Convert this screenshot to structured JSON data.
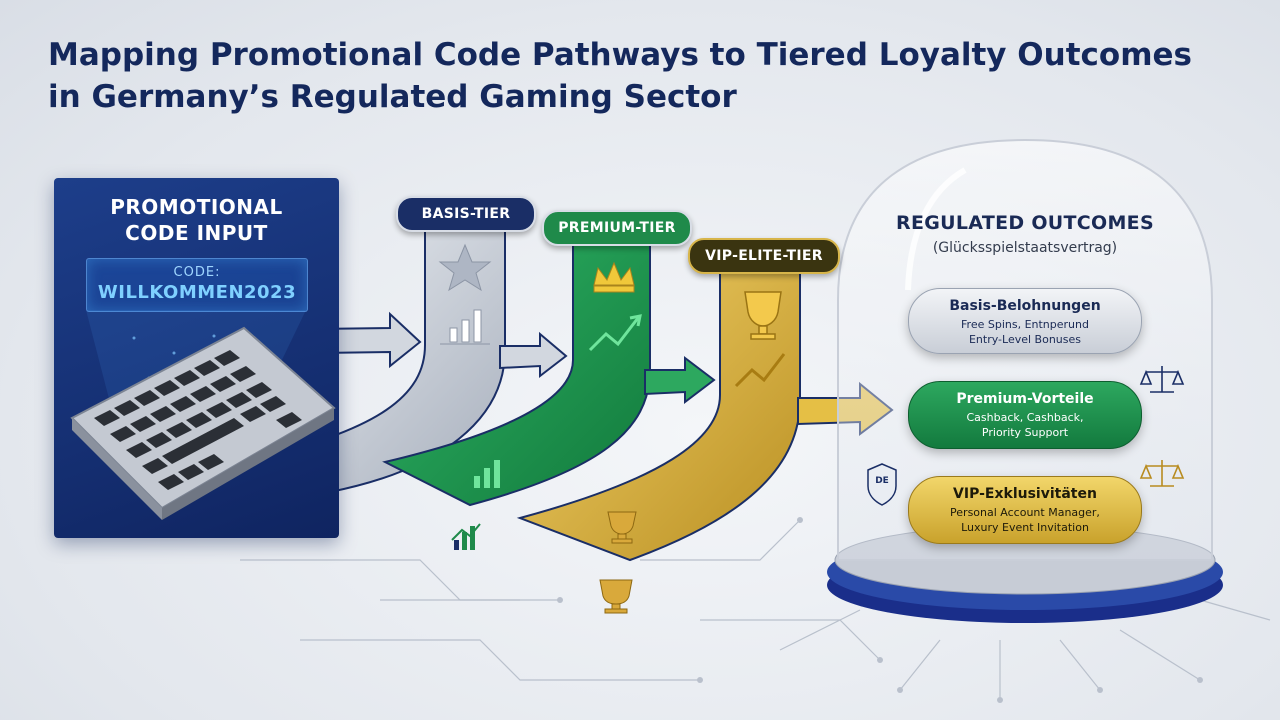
{
  "title": {
    "line1": "Mapping Promotional Code Pathways to Tiered Loyalty Outcomes",
    "line2": "in Germany’s Regulated Gaming Sector"
  },
  "input": {
    "title_line1": "PROMOTIONAL",
    "title_line2": "CODE INPUT",
    "code_label": "CODE:",
    "code_value": "WILLKOMMEN2023"
  },
  "tiers": {
    "basis": "BASIS-TIER",
    "premium": "PREMIUM-TIER",
    "vip": "VIP-ELITE-TIER"
  },
  "outcomes": {
    "title": "REGULATED OUTCOMES",
    "subtitle": "(Glücksspielstaatsvertrag)",
    "basis": {
      "title": "Basis-Belohnungen",
      "line1": "Free Spins, Entnperund",
      "line2": "Entry-Level Bonuses"
    },
    "premium": {
      "title": "Premium-Vorteile",
      "line1": "Cashback, Cashback,",
      "line2": "Priority Support"
    },
    "vip": {
      "title": "VIP-Exklusivitäten",
      "line1": "Personal Account Manager,",
      "line2": "Luxury Event Invitation"
    }
  },
  "badges": {
    "de_shield": "DE"
  },
  "colors": {
    "navy": "#14285c",
    "basis_silver": "#c9ced7",
    "premium_green": "#1f8a4a",
    "vip_gold": "#d7b54a"
  },
  "icons": [
    "star-icon",
    "crown-icon",
    "trophy-icon",
    "bar-chart-icon",
    "trend-chart-icon",
    "scales-icon",
    "shield-icon",
    "keyboard-icon"
  ]
}
